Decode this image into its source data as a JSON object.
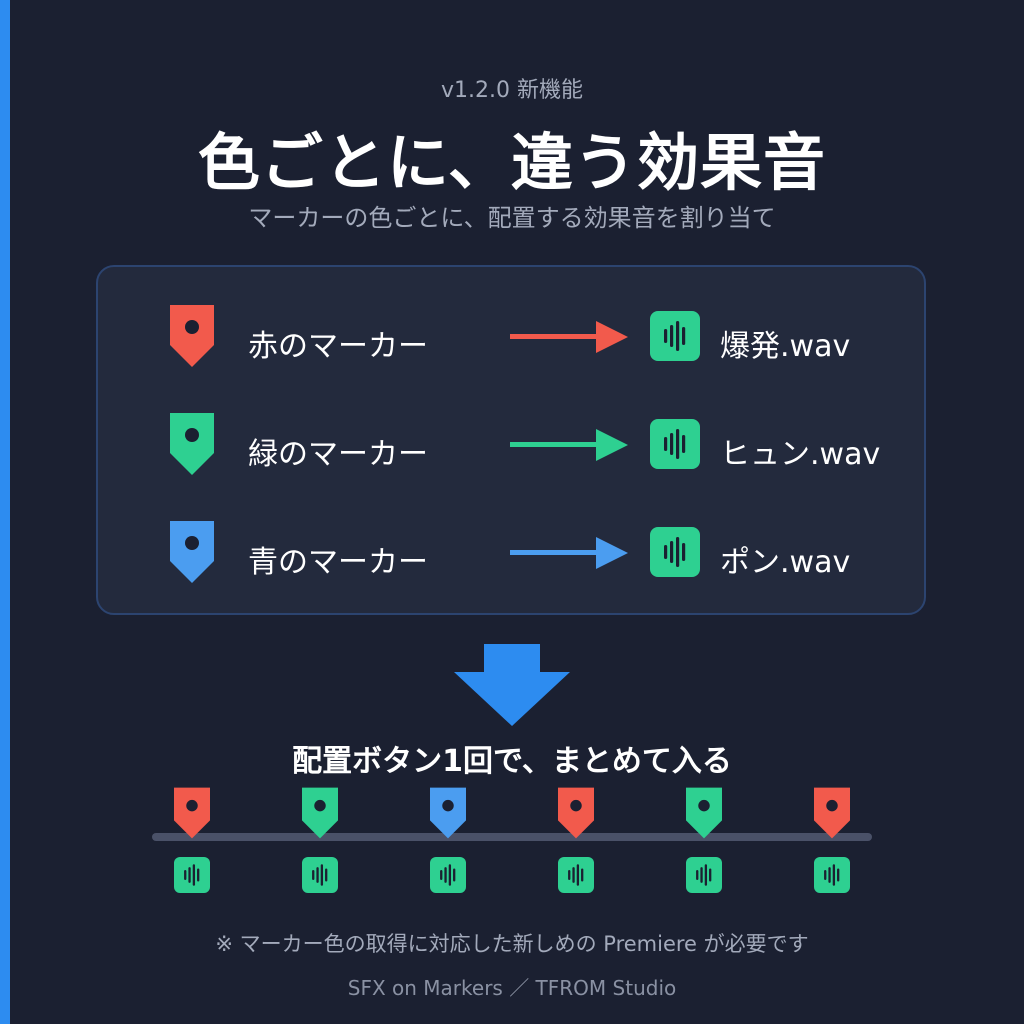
{
  "colors": {
    "background": "#1b2031",
    "accent": "#2d8cf0",
    "panel": "#232a3d",
    "panel_border": "#2c4470",
    "red": "#f25a4c",
    "green": "#2ed091",
    "blue": "#4b9df0",
    "timeline": "#4a5168",
    "muted_text": "#a3aabb"
  },
  "header": {
    "version": "v1.2.0 新機能",
    "title": "色ごとに、違う効果音",
    "subtitle": "マーカーの色ごとに、配置する効果音を割り当て"
  },
  "mappings": [
    {
      "marker_color": "red",
      "marker_label": "赤のマーカー",
      "file": "爆発.wav"
    },
    {
      "marker_color": "green",
      "marker_label": "緑のマーカー",
      "file": "ヒュン.wav"
    },
    {
      "marker_color": "blue",
      "marker_label": "青のマーカー",
      "file": "ポン.wav"
    }
  ],
  "icons": {
    "marker": "marker-pin-icon",
    "arrow": "arrow-right-icon",
    "sound": "audio-waveform-icon",
    "down": "arrow-down-icon"
  },
  "batch_caption": "配置ボタン1回で、まとめて入る",
  "timeline_markers": [
    "red",
    "green",
    "blue",
    "red",
    "green",
    "red"
  ],
  "footer": {
    "note": "※ マーカー色の取得に対応した新しめの Premiere が必要です",
    "credit": "SFX on Markers ／ TFROM Studio"
  }
}
